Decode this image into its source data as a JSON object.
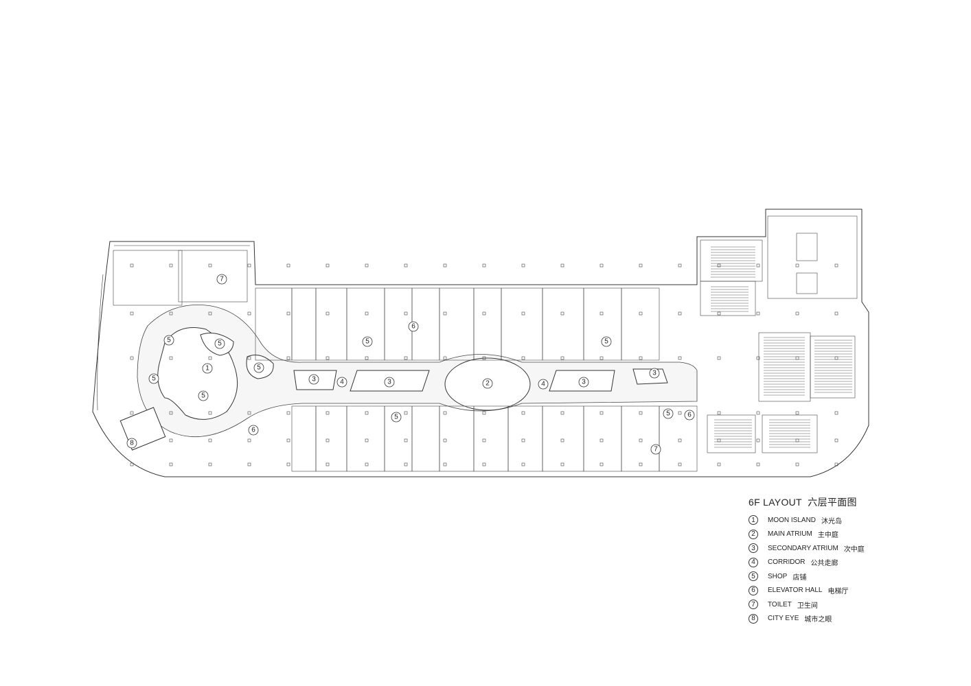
{
  "title": "6F LAYOUT",
  "title_cn": "六层平面图",
  "legend": [
    {
      "num": "1",
      "en": "MOON ISLAND",
      "cn": "沐光岛"
    },
    {
      "num": "2",
      "en": "MAIN ATRIUM",
      "cn": "主中庭"
    },
    {
      "num": "3",
      "en": "SECONDARY ATRIUM",
      "cn": "次中庭"
    },
    {
      "num": "4",
      "en": "CORRIDOR",
      "cn": "公共走廊"
    },
    {
      "num": "5",
      "en": "SHOP",
      "cn": "店铺"
    },
    {
      "num": "6",
      "en": "ELEVATOR HALL",
      "cn": "电梯厅"
    },
    {
      "num": "7",
      "en": "TOILET",
      "cn": "卫生间"
    },
    {
      "num": "8",
      "en": "CITY EYE",
      "cn": "城市之眼"
    }
  ],
  "markers": [
    "5",
    "5",
    "1",
    "5",
    "5",
    "5",
    "7",
    "6",
    "8",
    "5",
    "6",
    "5",
    "3",
    "4",
    "3",
    "2",
    "4",
    "3",
    "3",
    "5",
    "5",
    "6",
    "7"
  ],
  "colors": {
    "line": "#333333",
    "corridor": "#f4f4f4"
  }
}
